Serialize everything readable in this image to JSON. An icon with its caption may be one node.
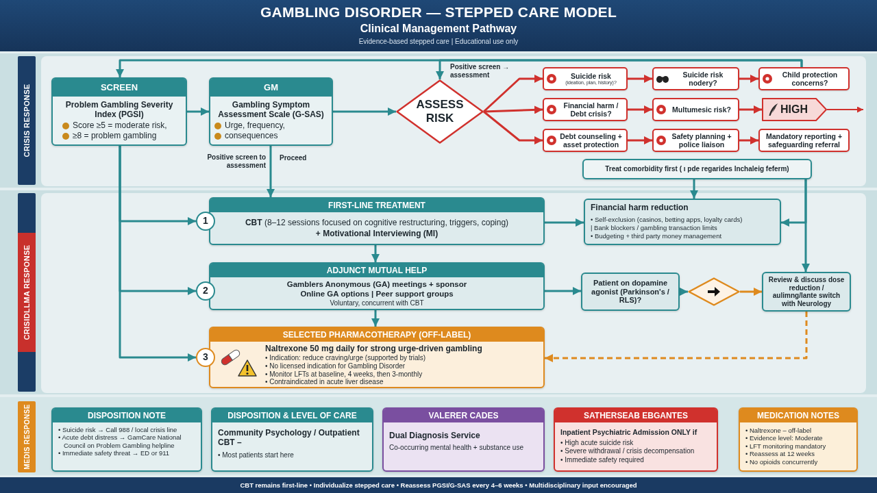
{
  "diagram": {
    "title": "GAMBLING DISORDER — STEPPED CARE MODEL",
    "nodes": [
      {
        "text": [
          "CRISIS RESPONSE"
        ]
      },
      {
        "text": [
          "SCREEN",
          "Problem Gambling Severity Index (PGSI)",
          "Score ≥5 = moderate risk,",
          "≥8 = problem gambling"
        ],
        "in": 0
      },
      {
        "text": [
          "GM",
          "Gambling Symptom Assessment Scale (G-SAS)",
          "Urge, frequency,",
          "consequences"
        ],
        "in": 0
      },
      {
        "text": [
          "ASSESS RISK"
        ],
        "in": 0
      },
      {
        "text": [
          "Suicide risk",
          "(ideation, plan, history)?"
        ],
        "in": 0
      },
      {
        "text": [
          "Suicide risk nodery?"
        ],
        "in": 0
      },
      {
        "text": [
          "Child protection concerns?"
        ],
        "in": 0
      },
      {
        "text": [
          "Financial harm / Debt crisis?"
        ],
        "in": 0
      },
      {
        "text": [
          "Multumesic risk?"
        ],
        "in": 0
      },
      {
        "text": [
          "HIGH"
        ],
        "in": 0
      },
      {
        "text": [
          "Debt counseling + asset protection"
        ],
        "in": 0
      },
      {
        "text": [
          "Safety planning + police liaison"
        ],
        "in": 0
      },
      {
        "text": [
          "Mandatory reporting + safeguarding referral"
        ],
        "in": 0
      },
      {
        "text": [
          "Treat comorbidity first ( ı pde regarides Inchaleig feferm)"
        ],
        "in": 0
      },
      {
        "text": [
          "CRISIDLLMA RESPONSE"
        ]
      },
      {
        "text": [
          "1"
        ],
        "in": 14
      },
      {
        "text": [
          "FIRST-LINE TREATMENT",
          "**CBT** (8–12 sessions focused on cognitive restructuring, triggers, coping)",
          "+ Motivational Interviewing (MI)"
        ],
        "in": 14
      },
      {
        "text": [
          "Financial harm reduction",
          "• Self-exclusion (casinos, betting apps, loyalty cards)",
          "| Bank blockers / gambling transaction limits",
          "• Budgeting + third party money management"
        ],
        "in": 14
      },
      {
        "text": [
          "2"
        ],
        "in": 14
      },
      {
        "text": [
          "ADJUNCT MUTUAL HELP",
          "Gamblers Anonymous (GA) meetings + sponsor",
          "Online GA options | Peer support groups",
          "Voluntary, concurrent with CBT"
        ],
        "in": 14
      },
      {
        "text": [
          "Patient on dopamine agonist (Parkinson's / RLS)?"
        ],
        "in": 14
      },
      {
        "text": [],
        "shape": "diamond",
        "in": 14
      },
      {
        "text": [
          "Review & discuss dose reduction / aulimng/lante switch with Neurology"
        ],
        "in": 14
      },
      {
        "text": [
          "3"
        ],
        "in": 14
      },
      {
        "text": [
          "SELECTED PHARMACOTHERAPY (OFF-LABEL)",
          "Naltrexone 50 mg daily for strong urge-driven gambling",
          "• Indication: reduce craving/urge (supported by trials)",
          "• No licensed indication for Gambling Disorder",
          "• Monitor LFTs at baseline, 4 weeks, then 3-monthly",
          "• Contraindicated in acute liver disease"
        ],
        "in": 14
      },
      {
        "text": [
          "MEDIS RESPONSE"
        ]
      },
      {
        "text": [
          "DISPOSITION NOTE",
          "• Suicide risk → Call 988 / local crisis line",
          "• Acute debt distress → GamCare National Council on Problem Gambling helpline",
          "• Immediate safety threat → ED or 911"
        ],
        "in": 25
      },
      {
        "text": [
          "DISPOSITION & LEVEL OF CARE",
          "Community Psychology / Outpatient CBT –",
          "• Most patients start here"
        ],
        "in": 25
      },
      {
        "text": [
          "VALERER CADES",
          "Dual Diagnosis Service",
          "Co-occurring mental health + substance use"
        ],
        "in": 25
      },
      {
        "text": [
          "SATHERSEAB EBGANTES",
          "Inpatient Psychiatric Admission ONLY if",
          "• High acute suicide risk",
          "• Severe withdrawal / crisis decompensation",
          "• Immediate safety required"
        ],
        "in": 25
      },
      {
        "text": [
          "MEDICATION NOTES",
          "• Naltrexone – off-label",
          "• Evidence level: Moderate",
          "• LFT monitoring mandatory",
          "• Reassess at 12 weeks",
          "• No opioids concurrently"
        ],
        "in": 25
      }
    ],
    "edges": [
      {
        "from": 6,
        "to": 1,
        "arrow": "to"
      },
      {
        "from": 6,
        "to": 3,
        "arrow": "to",
        "label": "Positive screen → assessment"
      },
      {
        "from": 1,
        "to": 2,
        "arrow": "to"
      },
      {
        "from": 2,
        "to": 3,
        "arrow": "to"
      },
      {
        "from": 2,
        "to": 16,
        "arrow": "to",
        "label": "Positive screen to assessment"
      },
      {
        "from": 3,
        "to": 4,
        "arrow": "to",
        "color": "#d0312d"
      },
      {
        "from": 3,
        "to": 7,
        "arrow": "to",
        "color": "#d0312d"
      },
      {
        "from": 3,
        "to": 10,
        "arrow": "to",
        "color": "#d0312d"
      },
      {
        "from": 4,
        "to": 5,
        "arrow": "to",
        "color": "#d0312d"
      },
      {
        "from": 5,
        "to": 6,
        "arrow": "to",
        "color": "#d0312d"
      },
      {
        "from": 7,
        "to": 8,
        "arrow": "to",
        "color": "#d0312d"
      },
      {
        "from": 8,
        "to": 9,
        "arrow": "to",
        "color": "#d0312d"
      },
      {
        "from": 10,
        "to": 11,
        "arrow": "to",
        "color": "#d0312d"
      },
      {
        "from": 11,
        "to": 12,
        "arrow": "to",
        "color": "#d0312d"
      },
      {
        "from": 9,
        "to": null,
        "arrow": "to",
        "color": "#d0312d"
      },
      {
        "from": 13,
        "to": 22,
        "arrow": "to"
      },
      {
        "from": 13,
        "to": 17,
        "arrow": "to"
      },
      {
        "from": 13,
        "to": 17,
        "arrow": "to"
      },
      {
        "from": 1,
        "to": 15,
        "arrow": "to"
      },
      {
        "from": 1,
        "to": 18,
        "arrow": "to"
      },
      {
        "from": 1,
        "to": 23,
        "arrow": "to"
      },
      {
        "from": 16,
        "to": 17,
        "arrow": "to"
      },
      {
        "from": 16,
        "to": 19,
        "arrow": "to"
      },
      {
        "from": 19,
        "to": 20,
        "arrow": "to"
      },
      {
        "from": 19,
        "to": 24,
        "arrow": "to"
      },
      {
        "from": 20,
        "to": 21,
        "arrow": "to"
      },
      {
        "from": 21,
        "to": 22,
        "arrow": "to",
        "color": "#de8a1e"
      },
      {
        "from": 22,
        "to": 24,
        "arrow": "to",
        "style": "dashed",
        "color": "#de8a1e"
      }
    ],
    "labels": [
      "Clinical Management Pathway",
      "Evidence-based stepped care | Educational use only",
      "Proceed",
      "CBT remains first-line • Individualize stepped care • Reassess PGSI/G-SAS every 4–6 weeks • Multidisciplinary input encouraged"
    ]
  }
}
